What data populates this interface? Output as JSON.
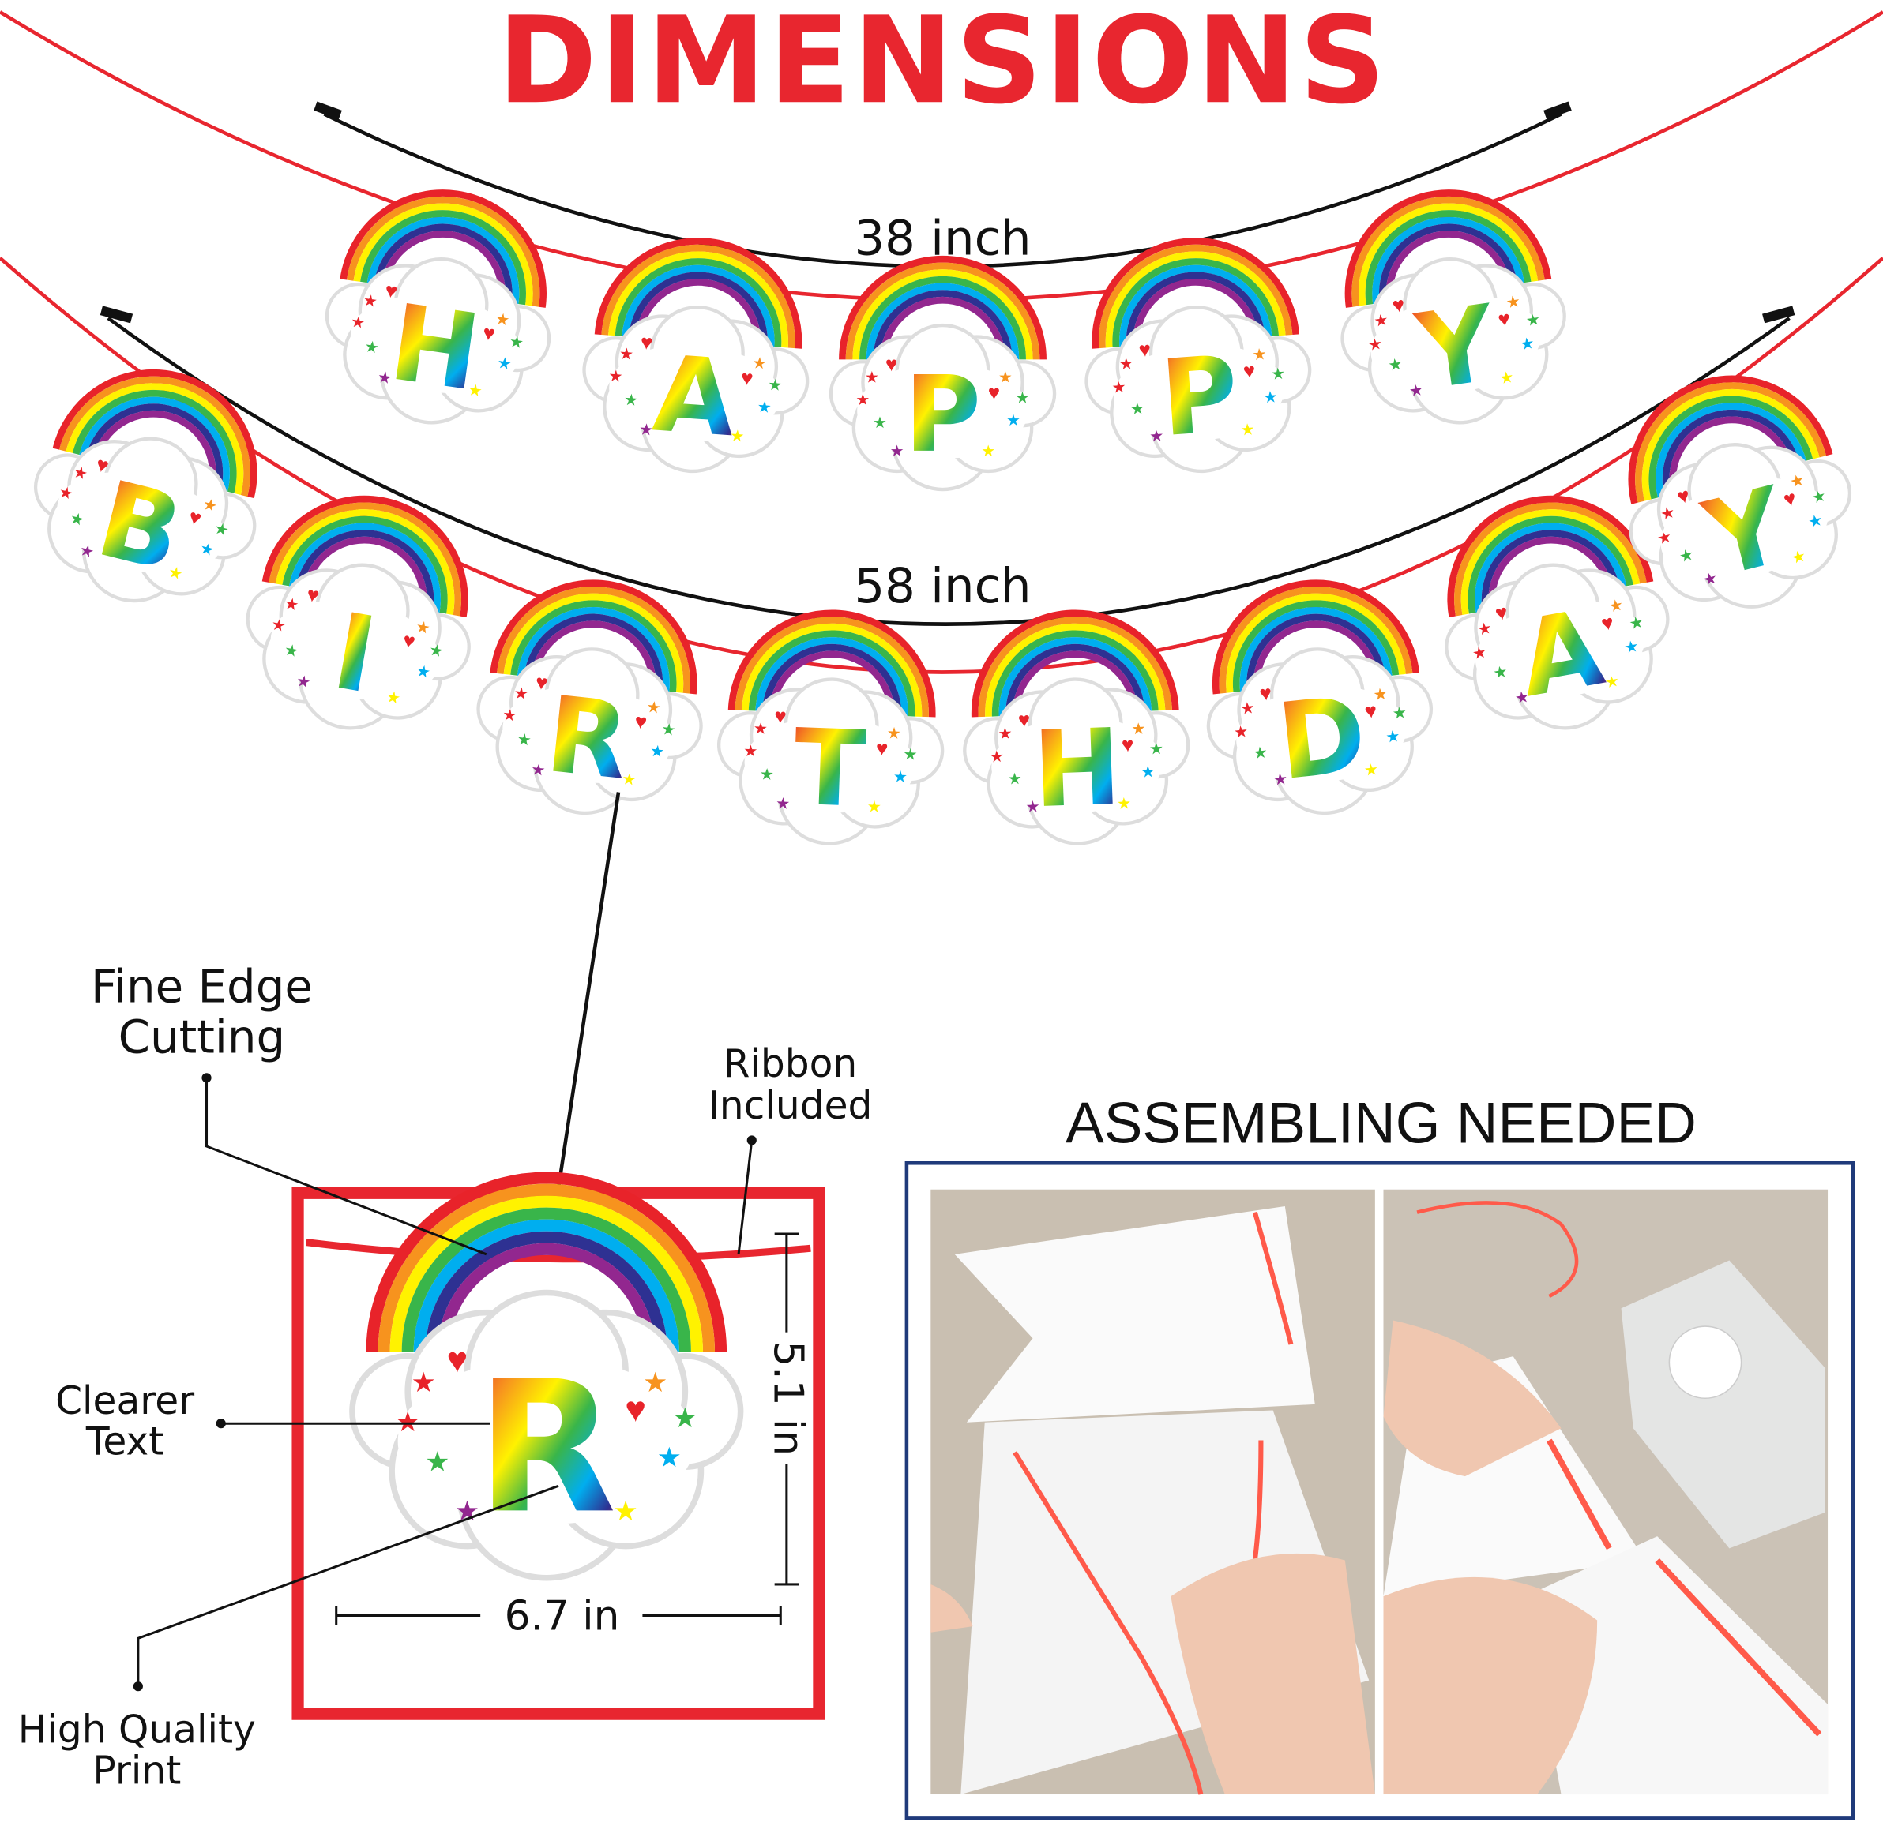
{
  "title": "DIMENSIONS",
  "measurements": {
    "top_length": "38 inch",
    "bottom_length": "58 inch",
    "pennant_height": "5.1 in",
    "pennant_width": "6.7 in"
  },
  "banner": {
    "line1": [
      "H",
      "A",
      "P",
      "P",
      "Y"
    ],
    "line2": [
      "B",
      "I",
      "R",
      "T",
      "H",
      "D",
      "A",
      "Y"
    ],
    "detail_letter": "R"
  },
  "callouts": {
    "fine_edge_1": "Fine Edge",
    "fine_edge_2": "Cutting",
    "ribbon_1": "Ribbon",
    "ribbon_2": "Included",
    "clearer_1": "Clearer",
    "clearer_2": "Text",
    "quality_1": "High Quality",
    "quality_2": "Print"
  },
  "assembly": {
    "heading": "ASSEMBLING NEEDED"
  },
  "colors": {
    "title_red": "#e8262f",
    "ribbon_red": "#e8262f",
    "panel_border": "#1f3a7a",
    "rainbow": [
      "#e8232a",
      "#f7931e",
      "#fff200",
      "#39b54a",
      "#00aeef",
      "#2e3192",
      "#92278f"
    ]
  }
}
